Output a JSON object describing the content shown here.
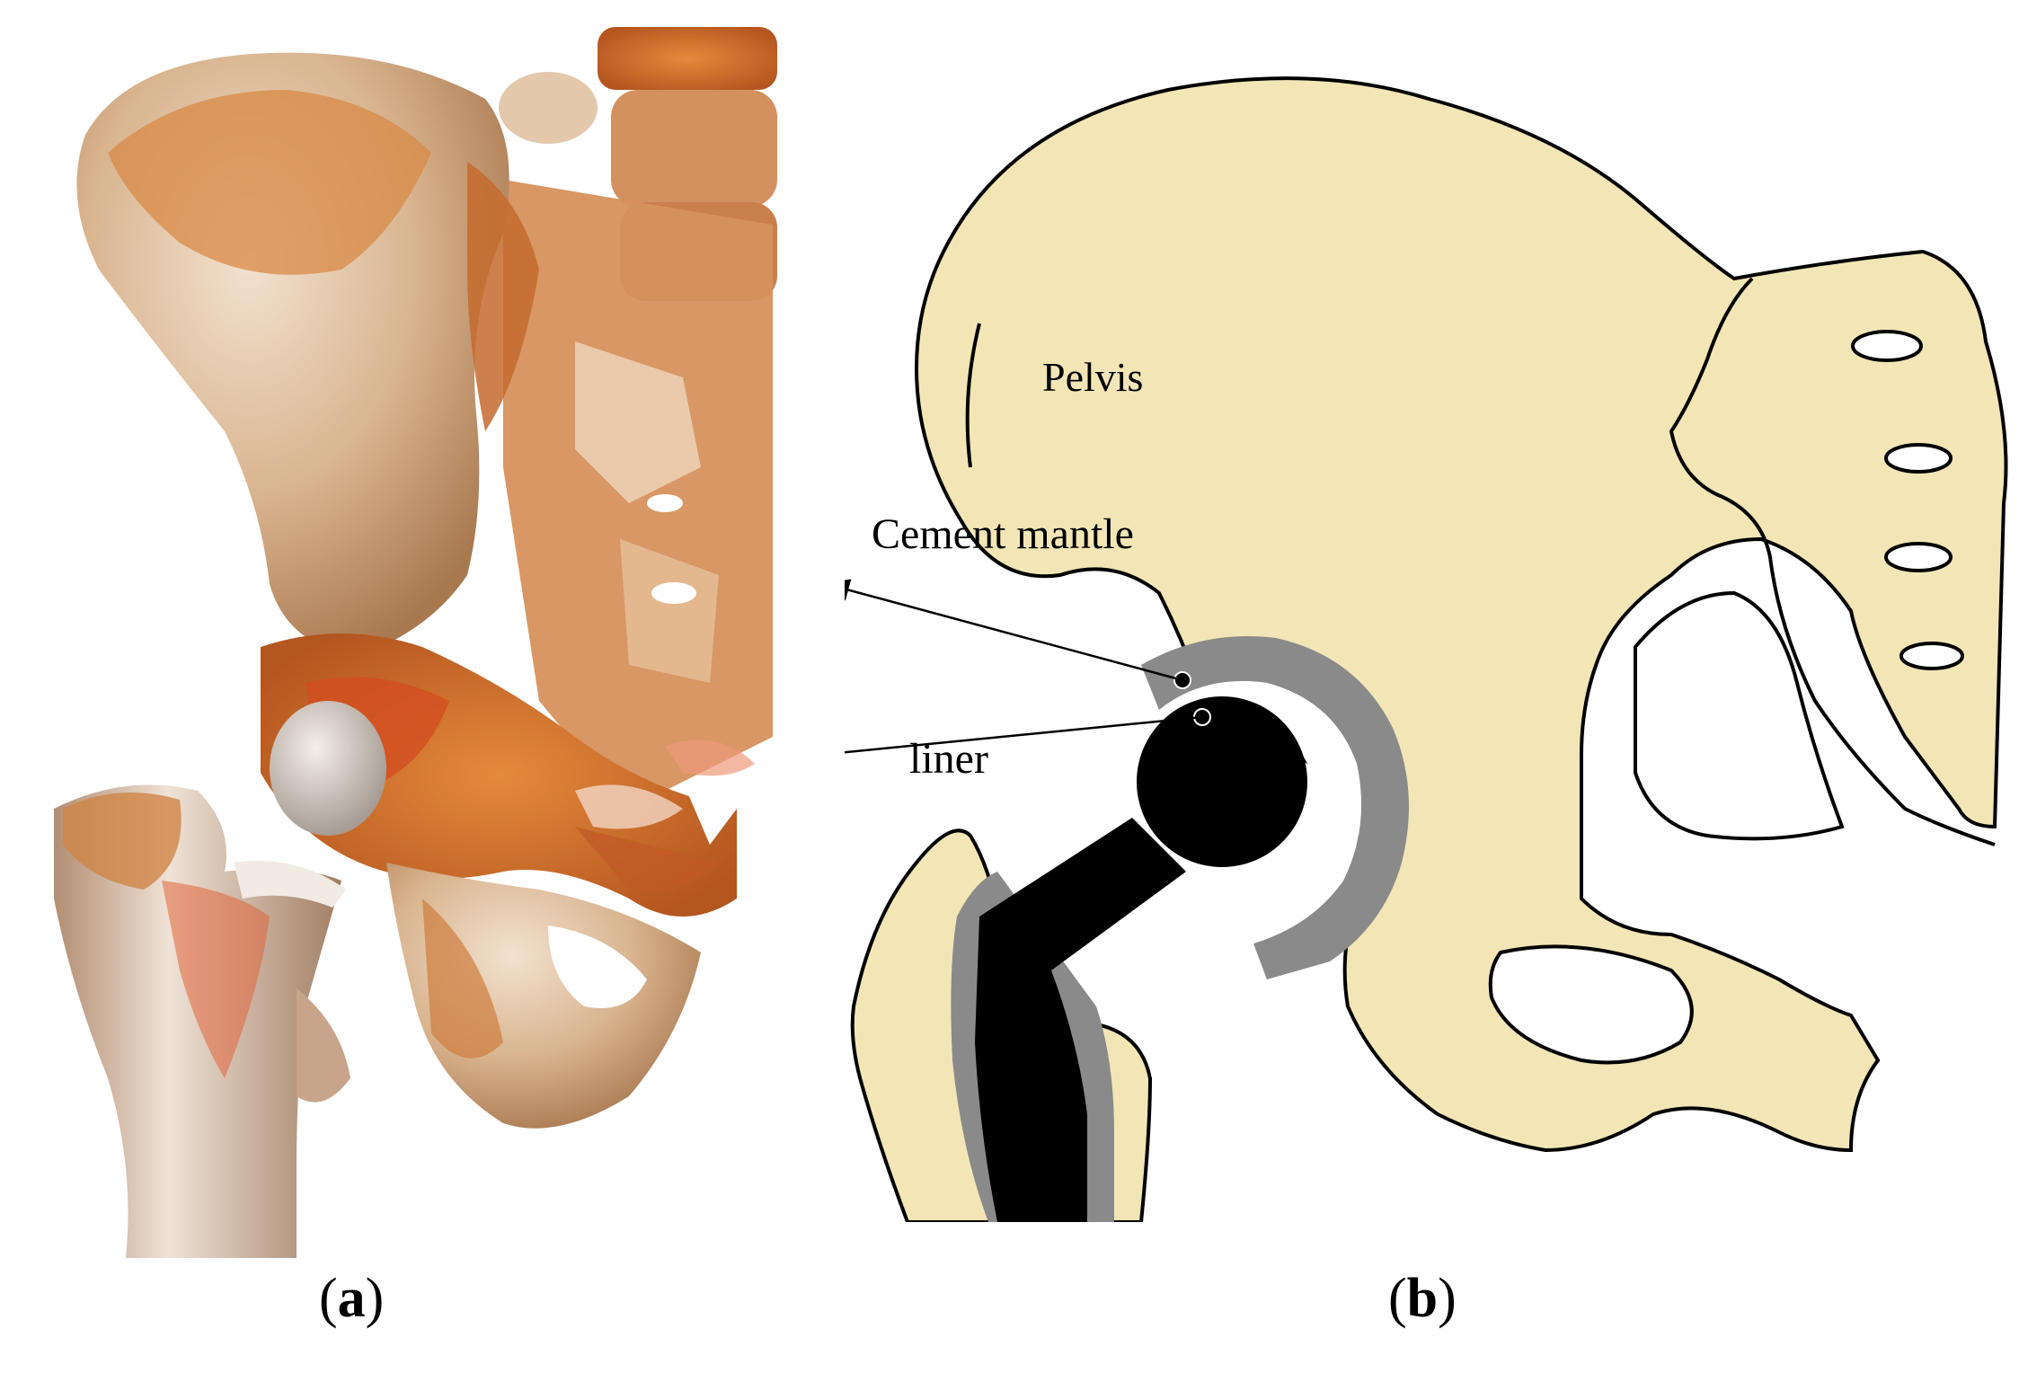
{
  "panel_a": {
    "caption_open": "(",
    "caption_letter": "a",
    "caption_close": ")"
  },
  "panel_b": {
    "caption_open": "(",
    "caption_letter": "b",
    "caption_close": ")",
    "labels": {
      "pelvis": "Pelvis",
      "cement_mantle": "Cement mantle",
      "liner": "liner"
    }
  },
  "colors": {
    "bone_fill": "#f3e6b6",
    "cement": "#8a8a8a",
    "implant": "#000000",
    "ct_orange": "#c8722e",
    "ct_bone": "#e9d7c3"
  },
  "icons": {
    "ct_render": "ct-hip-render-image",
    "schematic": "hip-prosthesis-schematic"
  }
}
